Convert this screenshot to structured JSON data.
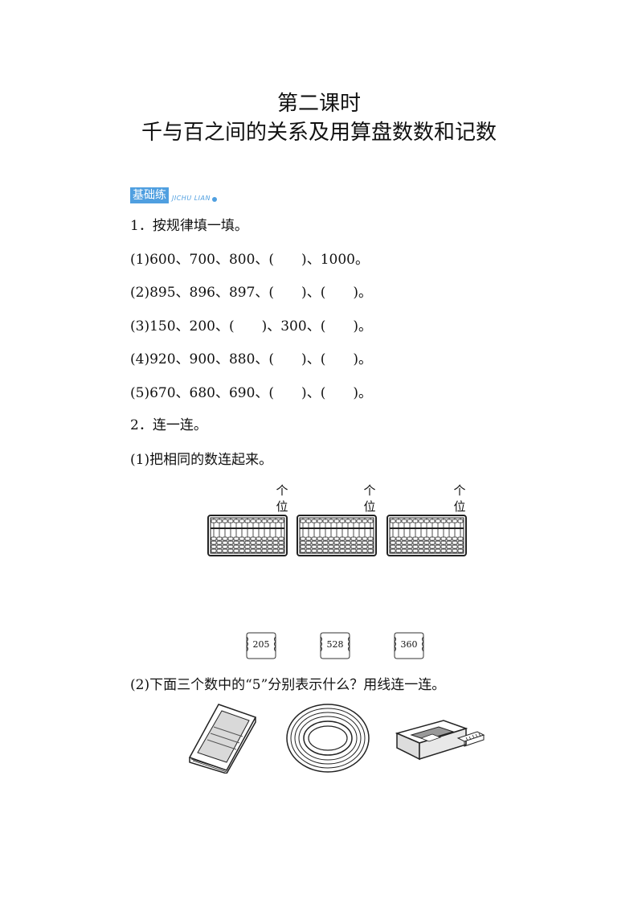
{
  "title": {
    "line1": "第二课时",
    "line2": "千与百之间的关系及用算盘数数和记数"
  },
  "badge": {
    "main": "基础练",
    "sub": "JICHU LIAN"
  },
  "q1": {
    "heading": "1．按规律填一填。",
    "items": [
      "(1)600、700、800、(　　)、1000。",
      "(2)895、896、897、(　　)、(　　)。",
      "(3)150、200、(　　)、300、(　　)。",
      "(4)920、900、880、(　　)、(　　)。",
      "(5)670、680、690、(　　)、(　　)。"
    ]
  },
  "q2": {
    "heading": "2．连一连。",
    "sub1": "(1)把相同的数连起来。",
    "place_label": {
      "top": "个",
      "bottom": "位"
    },
    "abacus_icons": [
      "abacus-icon",
      "abacus-icon",
      "abacus-icon"
    ],
    "cards": [
      "205",
      "528",
      "360"
    ],
    "sub2": "(2)下面三个数中的“5”分别表示什么？用线连一连。",
    "pictures": [
      "paper-stack-icon",
      "rope-coil-icon",
      "matchbox-icon"
    ]
  },
  "colors": {
    "badge": "#4f9fe0",
    "text": "#111111"
  }
}
